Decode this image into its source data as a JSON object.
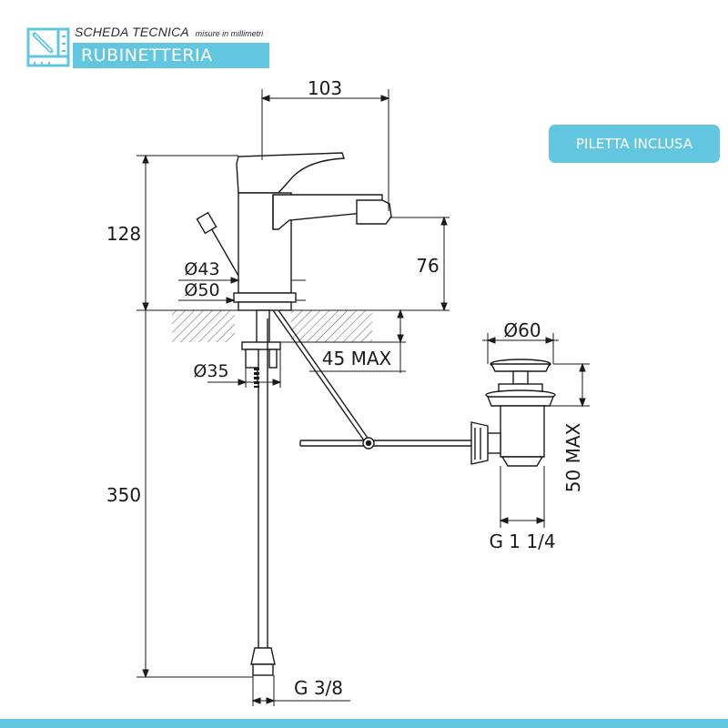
{
  "header": {
    "title": "SCHEDA TECNICA",
    "subtitle": "misure in millimetri",
    "category": "RUBINETTERIA",
    "logo_icon": "ruler-pencil-icon"
  },
  "badge": {
    "label": "PILETTA INCLUSA"
  },
  "dimensions": {
    "width_top": "103",
    "height_total": "128",
    "spout_height": "76",
    "body_diameter": "Ø43",
    "base_diameter": "Ø50",
    "counter_thickness": "45 MAX",
    "hole_diameter": "Ø35",
    "hose_length": "350",
    "hose_connection": "G 3/8",
    "drain_diameter": "Ø60",
    "drain_thread": "G 1 1/4",
    "drain_height": "50 MAX"
  },
  "colors": {
    "accent": "#63c6e1",
    "line": "#1a1a1a",
    "hatch": "#555555"
  }
}
